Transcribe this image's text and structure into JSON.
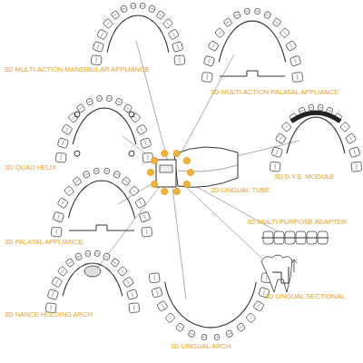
{
  "diagram": {
    "labels": [
      "3D MULTI-ACTION MANDIBULAR APPLIANCE",
      "3D MULTI-ACTION PALATAL APPLIANCE",
      "3D QUAD HELIX",
      "3D D.Y.S. MODULE",
      "3D LINGUAL TUBE",
      "3D MULTI-PURPOSE ADAPTER",
      "3D PALATAL APPLIANCE",
      "3D LINGUAL SECTIONAL",
      "3D NANCE HOLDING ARCH",
      "3D LINGUAL ARCH"
    ]
  }
}
